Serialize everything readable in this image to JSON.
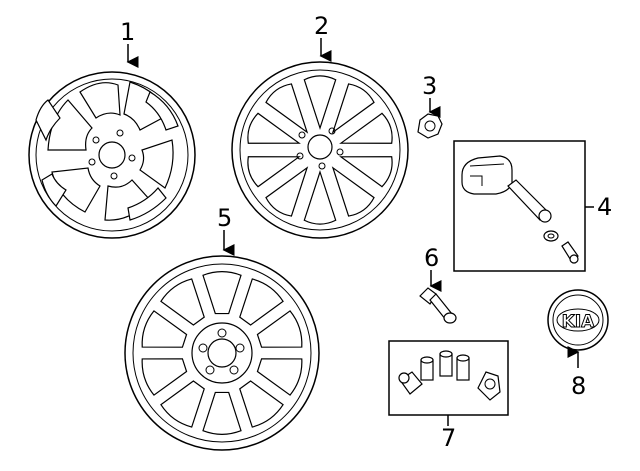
{
  "callouts": {
    "c1": "1",
    "c2": "2",
    "c3": "3",
    "c4": "4",
    "c5": "5",
    "c6": "6",
    "c7": "7",
    "c8": "8"
  },
  "emblem": {
    "text": "KIA"
  },
  "colors": {
    "line": "#000000",
    "background": "#ffffff"
  }
}
